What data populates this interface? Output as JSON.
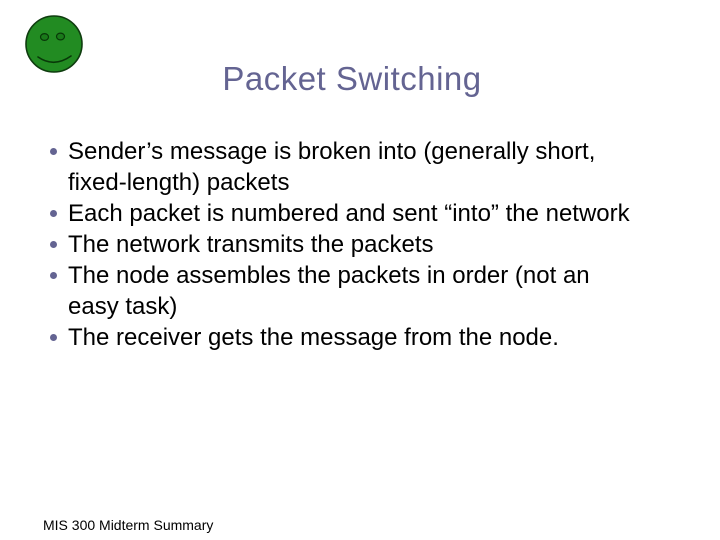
{
  "slide": {
    "title": "Packet Switching",
    "bullets": [
      "Sender’s message is broken into (generally short,\nfixed-length) packets",
      "Each packet is numbered and sent “into” the network",
      "The network transmits the packets",
      "The node assembles the packets in order (not an\neasy task)",
      "The receiver gets the message from the node."
    ],
    "footer": "MIS 300 Midterm Summary",
    "icons": {
      "smiley": "smiley-face-icon"
    },
    "colors": {
      "title_text": "#646492",
      "bullet_marker": "#646492",
      "body_text": "#000000",
      "smiley_fill": "#228B22",
      "smiley_outline": "#0f3c0f",
      "background": "#ffffff"
    }
  }
}
